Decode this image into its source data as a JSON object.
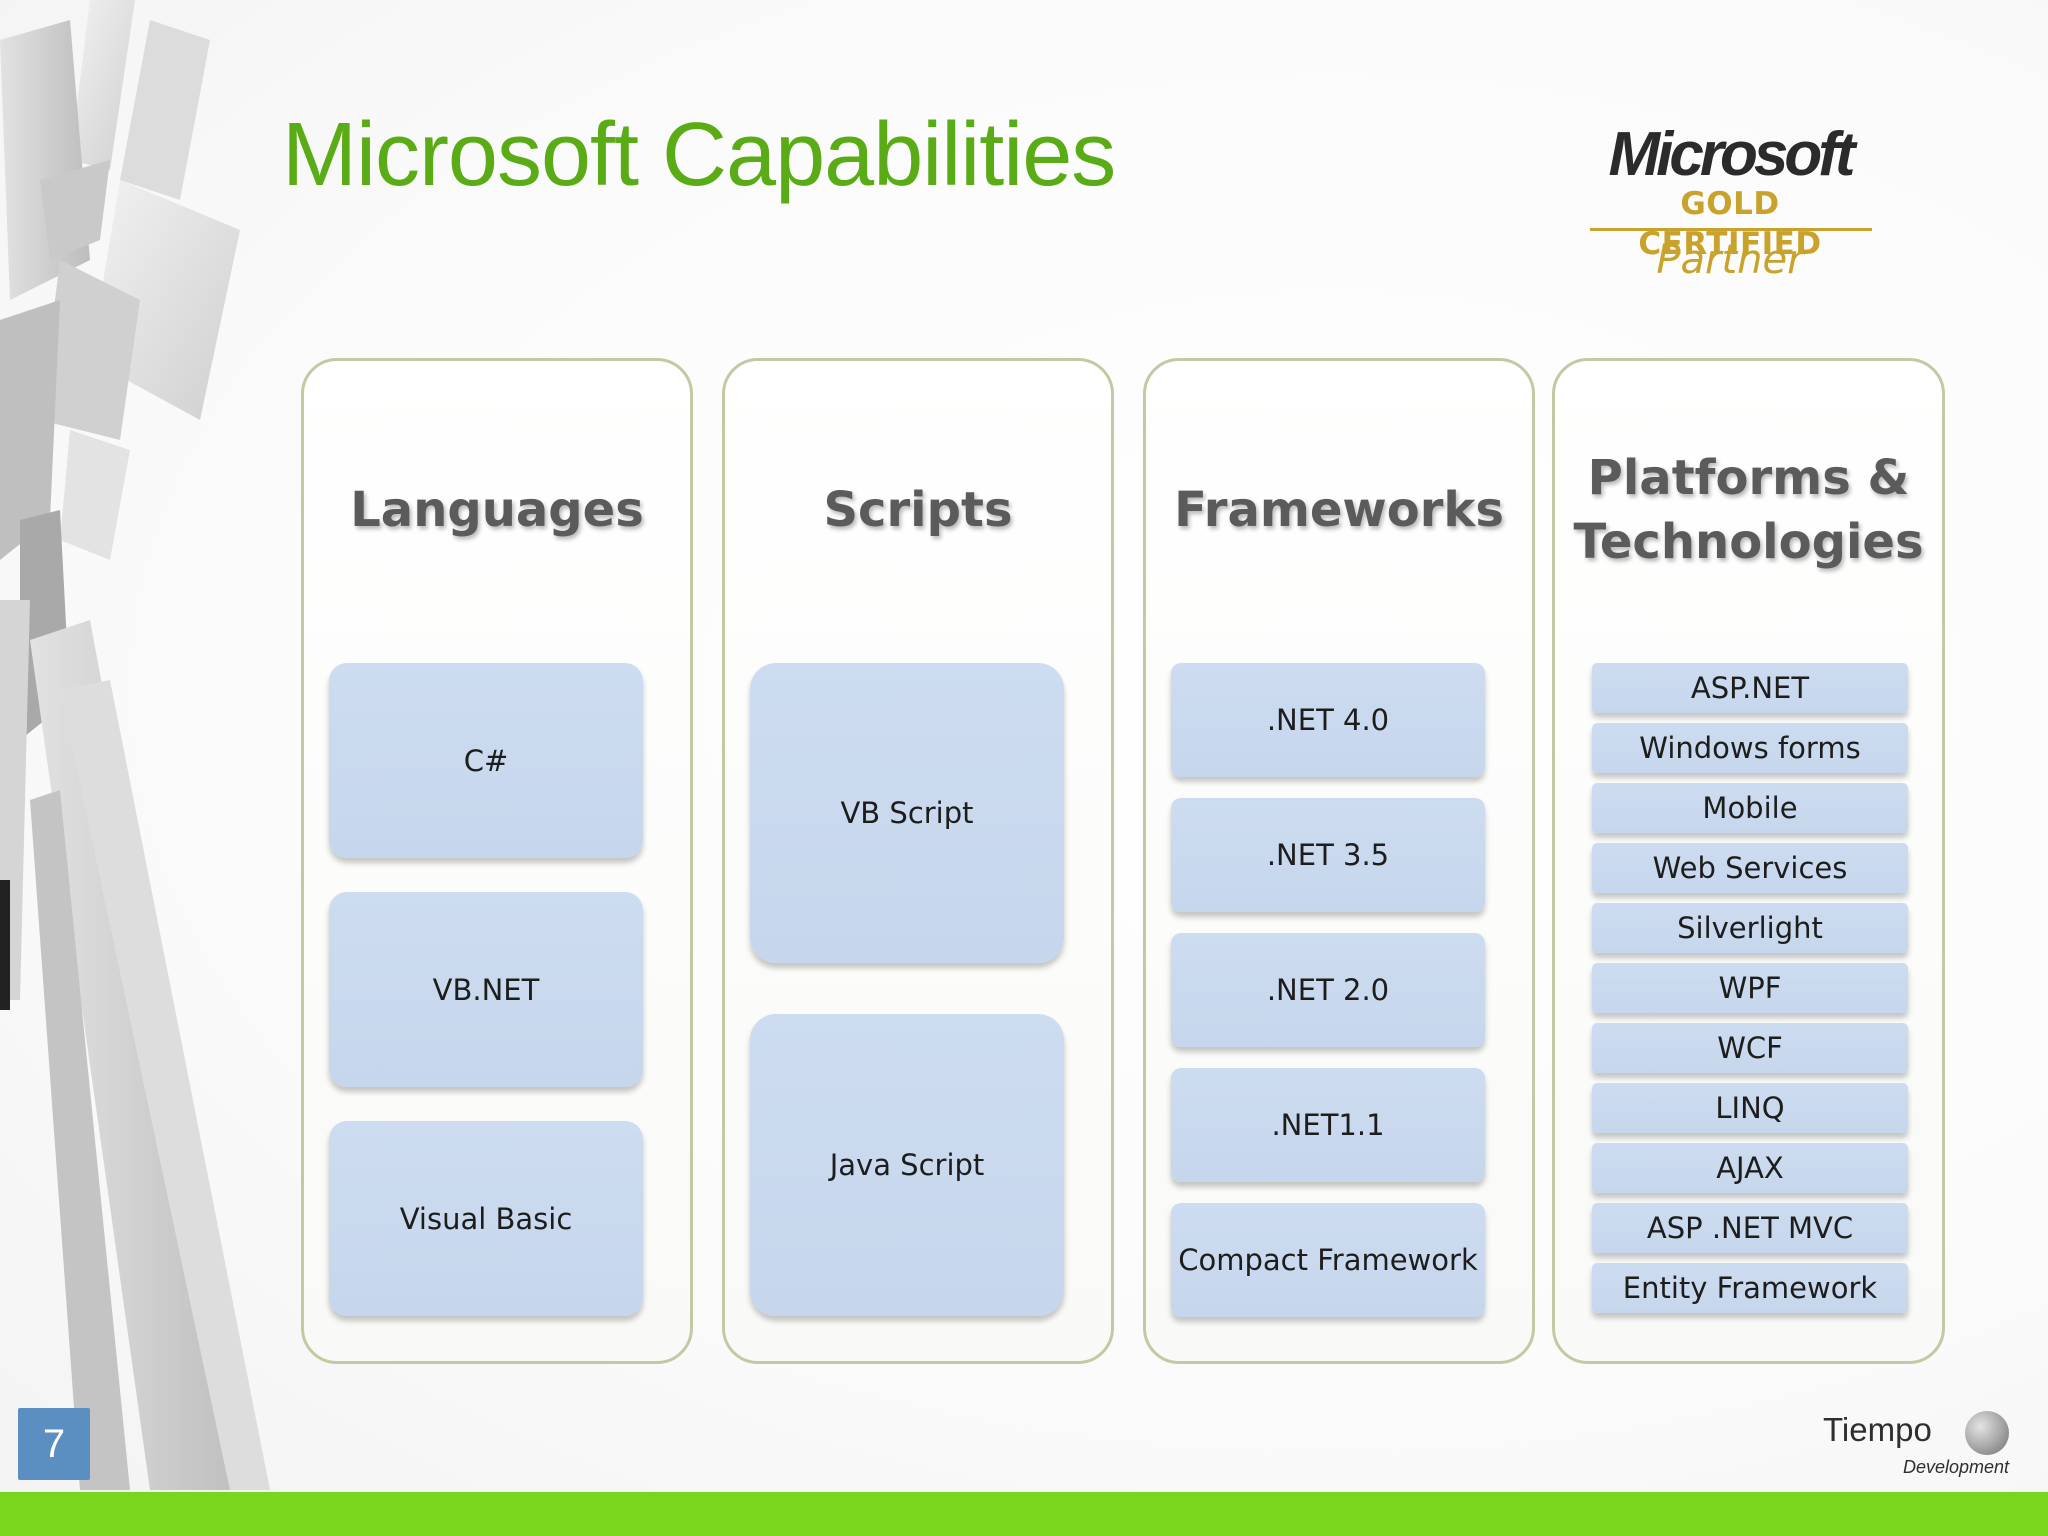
{
  "title": "Microsoft Capabilities",
  "microsoft_badge": {
    "brand": "Microsoft",
    "certification": "GOLD CERTIFIED",
    "tier": "Partner"
  },
  "columns": [
    {
      "heading": "Languages",
      "items": [
        "C#",
        "VB.NET",
        "Visual Basic"
      ]
    },
    {
      "heading": "Scripts",
      "items": [
        "VB Script",
        "Java Script"
      ]
    },
    {
      "heading": "Frameworks",
      "items": [
        ".NET 4.0",
        ".NET 3.5",
        ".NET 2.0",
        ".NET1.1",
        "Compact Framework"
      ]
    },
    {
      "heading_lines": [
        "Platforms &",
        "Technologies"
      ],
      "items": [
        "ASP.NET",
        "Windows forms",
        "Mobile",
        "Web Services",
        "Silverlight",
        "WPF",
        "WCF",
        "LINQ",
        "AJAX",
        "ASP .NET MVC",
        "Entity Framework"
      ]
    }
  ],
  "page_number": "7",
  "company_logo": {
    "name": "Tiempo",
    "tagline": "Development"
  },
  "colors": {
    "title_green": "#5aac16",
    "bottom_bar_green": "#7ad61c",
    "gold": "#c8a22a",
    "page_number_bg": "#5b8fc2",
    "box_blue": "#c8d8ee",
    "column_border": "#c5c8a2"
  }
}
